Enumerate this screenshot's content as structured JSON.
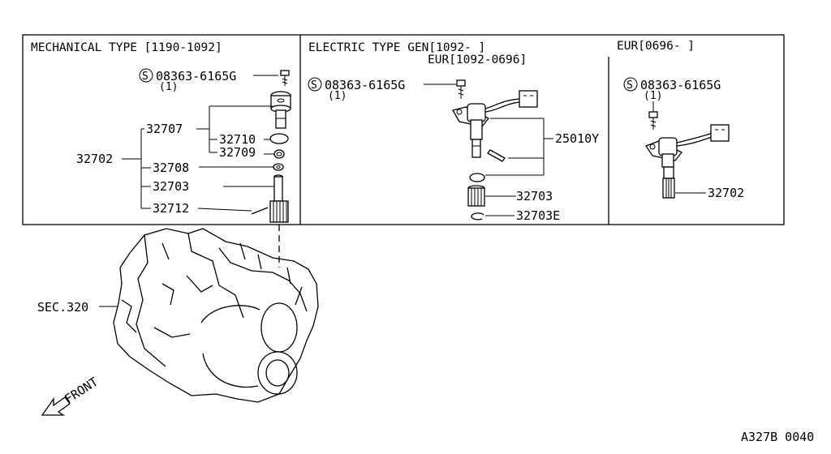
{
  "panels": {
    "mechanical": {
      "header": "MECHANICAL TYPE [1190-1092]",
      "bolt_code": "08363-6165G",
      "bolt_qty": "(1)",
      "parts": {
        "p32707": "32707",
        "p32710": "32710",
        "p32709": "32709",
        "p32702": "32702",
        "p32708": "32708",
        "p32703": "32703",
        "p32712": "32712"
      }
    },
    "electric": {
      "header_line1": "ELECTRIC TYPE GEN[1092-    ]",
      "header_line2": "EUR[1092-0696]",
      "bolt_code": "08363-6165G",
      "bolt_qty": "(1)",
      "parts": {
        "p25010y": "25010Y",
        "p32703": "32703",
        "p32703e": "32703E"
      }
    },
    "eur": {
      "header": "EUR[0696-    ]",
      "bolt_code": "08363-6165G",
      "bolt_qty": "(1)",
      "parts": {
        "p32702": "32702"
      }
    }
  },
  "section_label": "SEC.320",
  "front_label": "FRONT",
  "screw_symbol": "S",
  "figure_code": "A327B 0040"
}
